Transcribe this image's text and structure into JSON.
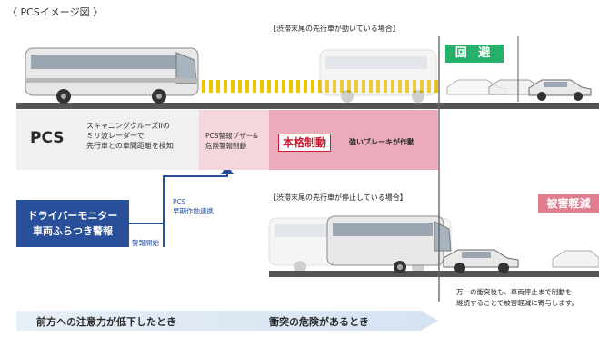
{
  "page": {
    "title": "〈 PCSイメージ図 〉"
  },
  "scenarios": {
    "moving": {
      "caption": "【渋滞末尾の先行車が動いている場合】",
      "result": "回 避"
    },
    "stopped": {
      "caption": "【渋滞末尾の先行車が停止している場合】",
      "result": "被害軽減"
    }
  },
  "pcs": {
    "label": "PCS",
    "desc_lines": [
      "スキャニングクルーズIIの",
      "ミリ波レーダーで",
      "先行車との車間距離を検知"
    ]
  },
  "buzzer": {
    "lines": [
      "PCS警報ブザー&",
      "危険警報制動"
    ]
  },
  "brake": {
    "badge": "本格制動",
    "text": "強いブレーキが作動"
  },
  "driver_monitor": {
    "lines": [
      "ドライバーモニター",
      "車両ふらつき警報"
    ],
    "early_link_lines": [
      "PCS",
      "早期作動連携"
    ],
    "alarm_start": "警報開始"
  },
  "footnote": {
    "lines": [
      "万一の衝突後も、車両停止まで制動を",
      "継続することで被害軽減に寄与します。"
    ]
  },
  "bottom": {
    "left": "前方への注意力が低下したとき",
    "right": "衝突の危険があるとき"
  },
  "colors": {
    "accent_blue": "#294f9a",
    "avoid_green": "#27b06b",
    "mitigation_pink": "#e07d8e",
    "brake_red": "#c81c33",
    "radar_yellow": "#f2c400"
  }
}
